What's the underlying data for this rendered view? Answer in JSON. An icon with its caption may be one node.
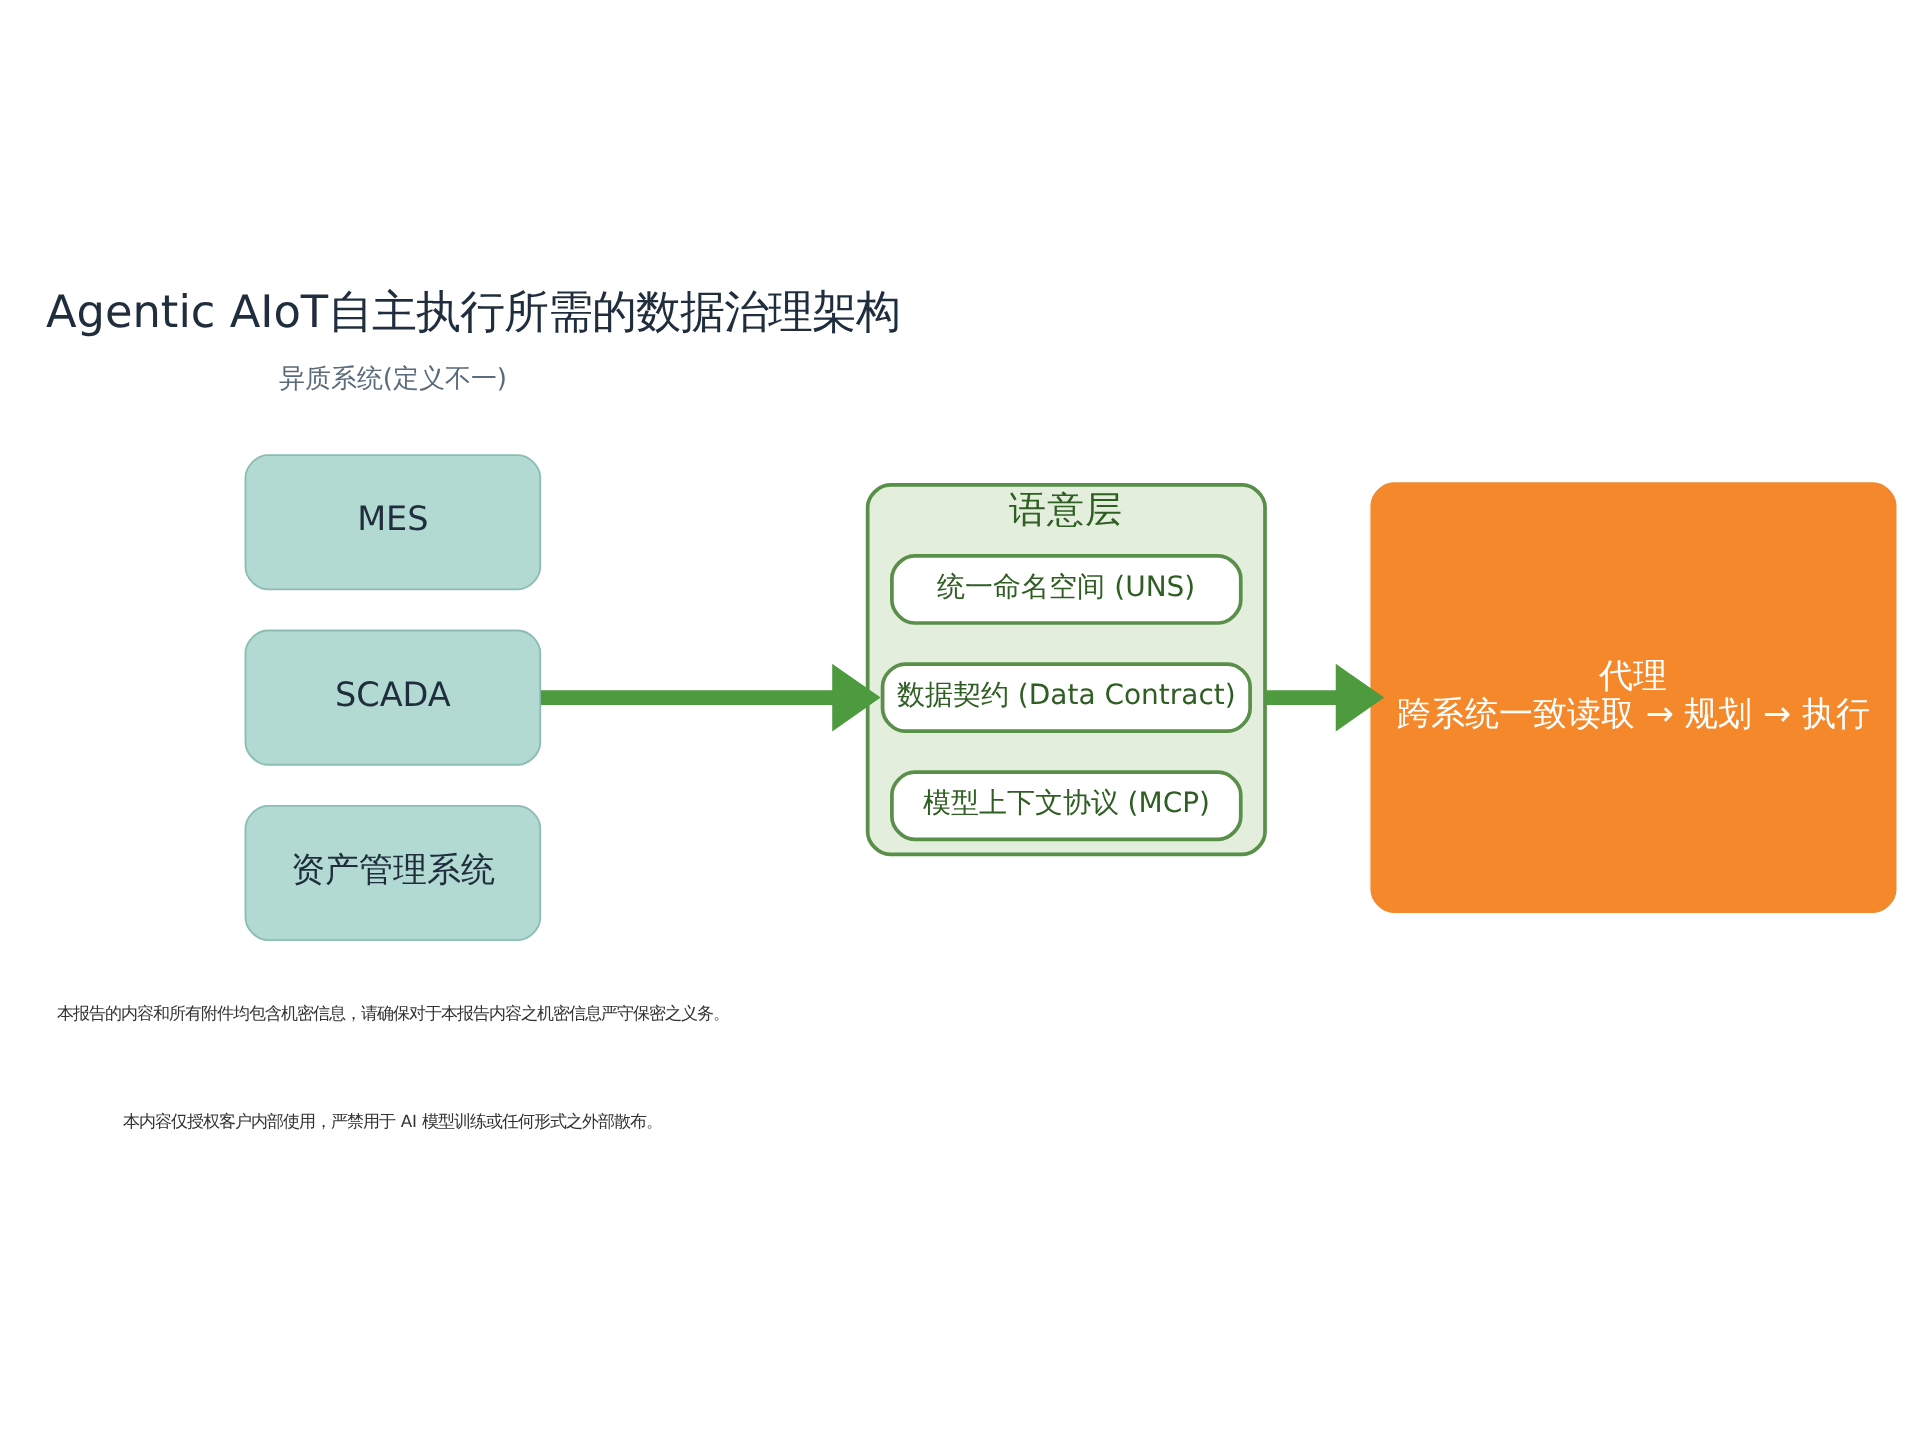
{
  "diagram": {
    "title": "Agentic AIoT自主执行所需的数据治理架构",
    "nodes": [
      {
        "text": [
          "MES"
        ]
      },
      {
        "text": [
          "SCADA"
        ]
      },
      {
        "text": [
          "资产管理系统"
        ]
      },
      {
        "text": [
          "语意层"
        ]
      },
      {
        "text": [
          "统一命名空间 (UNS)"
        ],
        "in": 3
      },
      {
        "text": [
          "数据契约 (Data Contract)"
        ],
        "in": 3
      },
      {
        "text": [
          "模型上下文协议 (MCP)"
        ],
        "in": 3
      },
      {
        "text": [
          "代理",
          "跨系统一致读取 → 规划 → 执行"
        ]
      }
    ],
    "edges": [
      {
        "from": 1,
        "to": 3,
        "arrow": "to"
      },
      {
        "from": 3,
        "to": 7,
        "arrow": "to"
      }
    ],
    "labels": [
      "异质系统(定义不一)",
      "本报告的内容和所有附件均包含机密信息，请确保对于本报告内容之机密信息严守保密之义务。",
      "本内容仅授权客户内部使用，严禁用于 AI 模型训练或任何形式之外部散布。"
    ]
  }
}
